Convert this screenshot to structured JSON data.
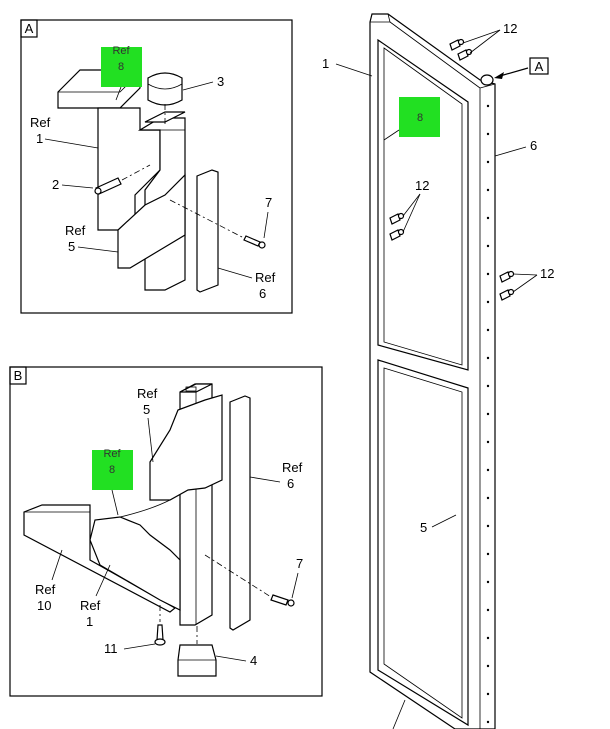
{
  "colors": {
    "highlight": "#22e022",
    "line": "#000000",
    "background": "#ffffff"
  },
  "detail_a": {
    "title": "A",
    "ref_1_word": "Ref",
    "ref_1_num": "1",
    "ref_5_word": "Ref",
    "ref_5_num": "5",
    "ref_6_word": "Ref",
    "ref_6_num": "6",
    "callout_2": "2",
    "callout_3": "3",
    "callout_7": "7",
    "highlight_word": "Ref",
    "highlight_num": "8"
  },
  "detail_b": {
    "title": "B",
    "ref_5_word": "Ref",
    "ref_5_num": "5",
    "ref_6_word": "Ref",
    "ref_6_num": "6",
    "ref_1_word": "Ref",
    "ref_1_num": "1",
    "ref_10_word": "Ref",
    "ref_10_num": "10",
    "callout_7": "7",
    "callout_11": "11",
    "callout_4": "4",
    "highlight_word": "Ref",
    "highlight_num": "8"
  },
  "main": {
    "callout_1": "1",
    "callout_5": "5",
    "callout_6": "6",
    "callout_12_top": "12",
    "callout_12_mid": "12",
    "callout_12_right": "12",
    "detail_pointer": "A",
    "highlight_num": "8"
  }
}
